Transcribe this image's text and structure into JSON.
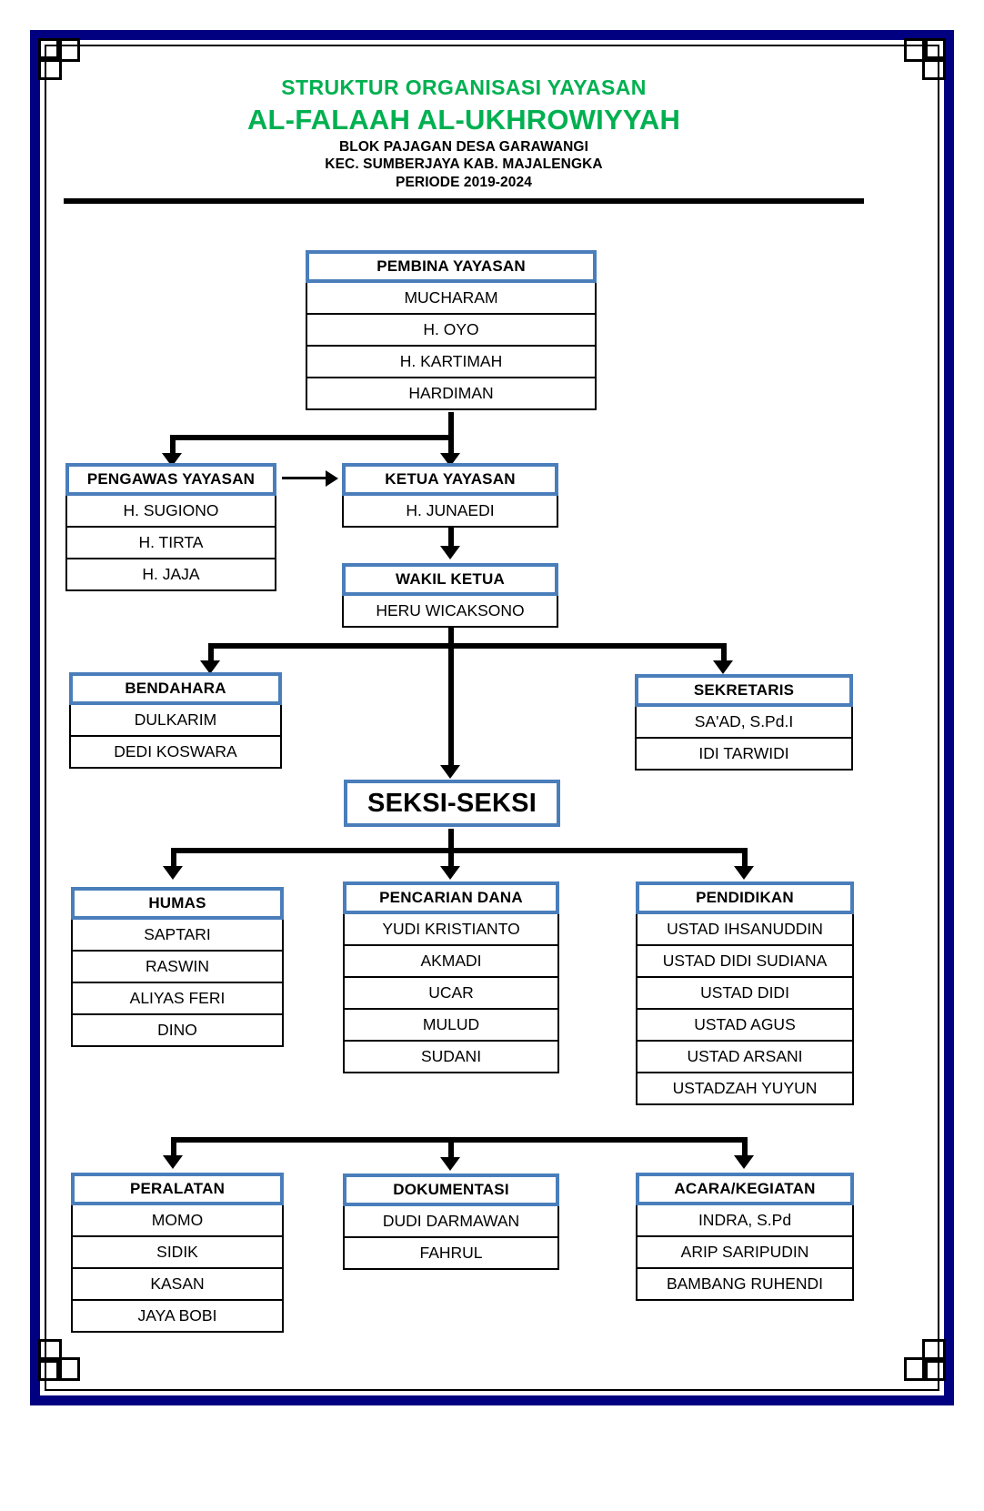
{
  "document": {
    "type": "organizational-chart",
    "header": {
      "title_line1": "STRUKTUR ORGANISASI YAYASAN",
      "title_line2": "AL-FALAAH AL-UKHROWIYYAH",
      "subtitle_line1": "BLOK PAJAGAN DESA GARAWANGI",
      "subtitle_line2": "KEC. SUMBERJAYA KAB. MAJALENGKA",
      "subtitle_line3": "PERIODE 2019-2024"
    },
    "colors": {
      "title_green": "#00b050",
      "box_header_blue": "#4a7ebb",
      "frame_navy": "#000080",
      "text_black": "#000000"
    }
  },
  "units": {
    "pembina": {
      "title": "PEMBINA YAYASAN",
      "members": [
        "MUCHARAM",
        "H. OYO",
        "H. KARTIMAH",
        "HARDIMAN"
      ]
    },
    "pengawas": {
      "title": "PENGAWAS YAYASAN",
      "members": [
        "H. SUGIONO",
        "H. TIRTA",
        "H. JAJA"
      ]
    },
    "ketua": {
      "title": "KETUA YAYASAN",
      "members": [
        "H. JUNAEDI"
      ]
    },
    "wakil_ketua": {
      "title": "WAKIL KETUA",
      "members": [
        "HERU WICAKSONO"
      ]
    },
    "bendahara": {
      "title": "BENDAHARA",
      "members": [
        "DULKARIM",
        "DEDI KOSWARA"
      ]
    },
    "sekretaris": {
      "title": "SEKRETARIS",
      "members": [
        "SA'AD, S.Pd.I",
        "IDI TARWIDI"
      ]
    },
    "seksi_seksi": {
      "title": "SEKSI-SEKSI"
    },
    "humas": {
      "title": "HUMAS",
      "members": [
        "SAPTARI",
        "RASWIN",
        "ALIYAS FERI",
        "DINO"
      ]
    },
    "pencarian_dana": {
      "title": "PENCARIAN DANA",
      "members": [
        "YUDI KRISTIANTO",
        "AKMADI",
        "UCAR",
        "MULUD",
        "SUDANI"
      ]
    },
    "pendidikan": {
      "title": "PENDIDIKAN",
      "members": [
        "USTAD IHSANUDDIN",
        "USTAD DIDI SUDIANA",
        "USTAD DIDI",
        "USTAD AGUS",
        "USTAD ARSANI",
        "USTADZAH YUYUN"
      ]
    },
    "peralatan": {
      "title": "PERALATAN",
      "members": [
        "MOMO",
        "SIDIK",
        "KASAN",
        "JAYA BOBI"
      ]
    },
    "dokumentasi": {
      "title": "DOKUMENTASI",
      "members": [
        "DUDI DARMAWAN",
        "FAHRUL"
      ]
    },
    "acara_kegiatan": {
      "title": "ACARA/KEGIATAN",
      "members": [
        "INDRA, S.Pd",
        "ARIP SARIPUDIN",
        "BAMBANG RUHENDI"
      ]
    }
  }
}
